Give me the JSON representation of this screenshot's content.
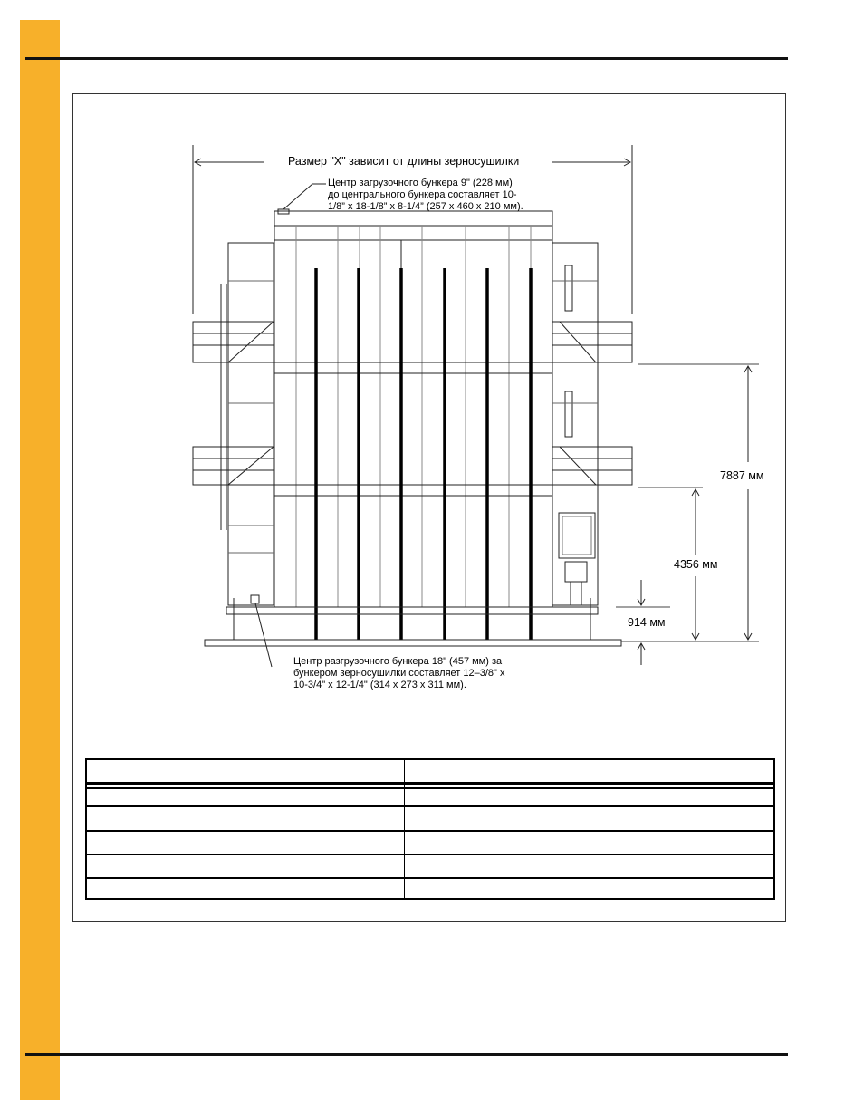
{
  "page": {
    "accent_color": "#f7b02a"
  },
  "drawing": {
    "width_label": "Размер \"X\" зависит от длины зерносушилки",
    "inlet_note": [
      "Центр загрузочного бункера 9\" (228 мм)",
      "до центрального бункера составляет 10-",
      "1/8” x 18-1/8” x 8-1/4” (257 x 460 x 210 мм)."
    ],
    "outlet_note": [
      "Центр разгрузочного бункера 18\" (457 мм) за",
      "бункером зерносушилки составляет 12–3/8\" x",
      "10-3/4\" x 12-1/4\" (314 x 273 x 311 мм)."
    ],
    "dimensions": {
      "upper_platform": "7887 мм",
      "lower_platform": "4356 мм",
      "base": "914 мм"
    }
  },
  "table": {
    "rows": [
      [
        "",
        ""
      ],
      [
        "",
        ""
      ],
      [
        "",
        ""
      ],
      [
        "",
        ""
      ],
      [
        "",
        ""
      ],
      [
        "",
        ""
      ]
    ]
  }
}
